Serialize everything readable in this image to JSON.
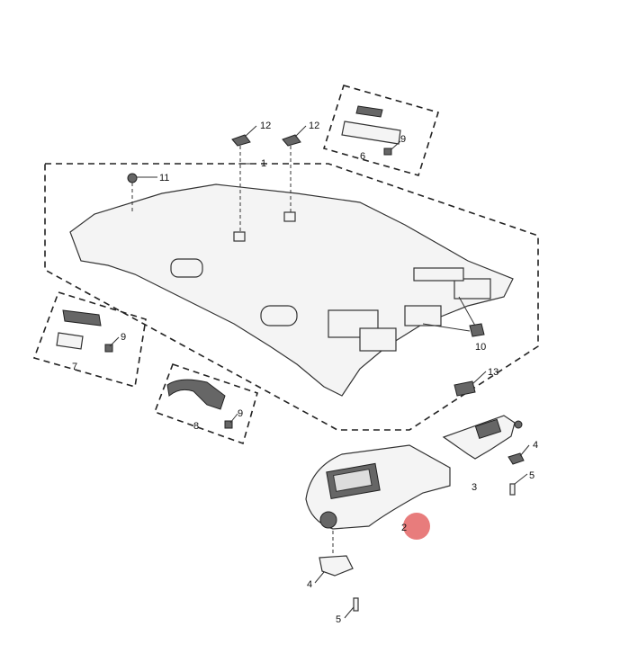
{
  "diagram": {
    "type": "exploded-parts-diagram",
    "callouts": {
      "c1": "1",
      "c2": "2",
      "c3": "3",
      "c4a": "4",
      "c4b": "4",
      "c5a": "5",
      "c5b": "5",
      "c6": "6",
      "c7": "7",
      "c8": "8",
      "c9a": "9",
      "c9b": "9",
      "c9c": "9",
      "c10": "10",
      "c11": "11",
      "c12a": "12",
      "c12b": "12",
      "c13": "13"
    },
    "highlight_color": "#e05050",
    "highlighted_callout": "2"
  }
}
